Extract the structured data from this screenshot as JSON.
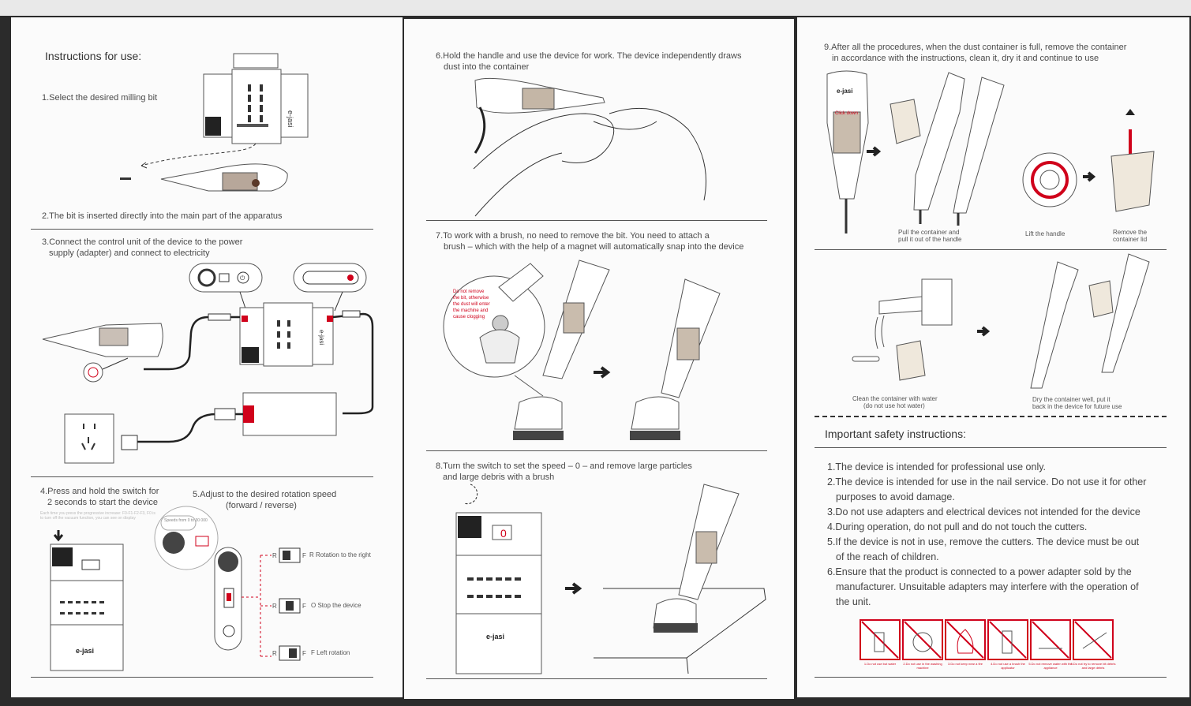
{
  "panel1": {
    "heading": "Instructions for use:",
    "step1": "1.Select the desired milling bit",
    "step2": "2.The bit is inserted directly into the main part of the apparatus",
    "step3_line1": "3.Connect the control unit of the device to the power",
    "step3_line2": "supply (adapter) and connect to electricity",
    "step4_line1": "4.Press and hold the switch for",
    "step4_line2": "2 seconds to start the device",
    "step4_note": "Each time you press the progressive increase: F0-F1-F2-F3, F0 is to turn off the vacuum function, you can see on display",
    "step5_line1": "5.Adjust to the desired rotation speed",
    "step5_line2": "(forward / reverse)",
    "speeds_label": "Speeds from 0 to 30 000",
    "switch_r": "R",
    "switch_f": "F",
    "rotation_right": "R Rotation to the right",
    "stop_device": "O Stop the device",
    "left_rotation": "F Left rotation",
    "brand": "e-jasi"
  },
  "panel2": {
    "step6_line1": "6.Hold the handle and use the device for work.  The device independently draws",
    "step6_line2": "dust into the container",
    "step7_line1": "7.To work with a brush, no need to remove the bit.  You need to attach a",
    "step7_line2": "brush – which with the help of a magnet will automatically snap into the device",
    "warning_lines": [
      "Do not remove",
      "the bit, otherwise",
      "the dust will enter",
      "the machine and",
      "cause clogging"
    ],
    "step8_line1": "8.Turn the switch to set the speed – 0 – and remove large particles",
    "step8_line2": "and large debris with a brush",
    "display_value": "0",
    "brand": "e-jasi"
  },
  "panel3": {
    "step9_line1": "9.After all the procedures, when the dust container is full, remove the container",
    "step9_line2": "in accordance with the instructions, clean it, dry it and continue to use",
    "click_down": "Click down",
    "cap_pull_1": "Pull the container and",
    "cap_pull_2": "pull it out of the handle",
    "cap_lift": "Lift the handle",
    "cap_remove_1": "Remove the",
    "cap_remove_2": "container lid",
    "cap_clean_1": "Clean the container with water",
    "cap_clean_2": "(do not use hot water)",
    "cap_dry_1": "Dry the container well, put it",
    "cap_dry_2": "back in the device for future use",
    "safety_heading": "Important safety instructions:",
    "safety": [
      {
        "a": "1.The device is intended for professional use only.",
        "b": ""
      },
      {
        "a": "2.The device is intended for use in the nail service.  Do not use it for other",
        "b": "purposes to avoid damage."
      },
      {
        "a": "3.Do not use adapters and electrical devices not intended for the device",
        "b": ""
      },
      {
        "a": "4.During operation, do not pull and do not touch the cutters.",
        "b": ""
      },
      {
        "a": "5.If the device is not in use, remove the cutters.  The device must be out",
        "b": "of the reach of children."
      },
      {
        "a": "6.Ensure that the product is connected to a power adapter sold by the",
        "b": "manufacturer.  Unsuitable adapters may interfere with the operation of"
      },
      {
        "a": "the unit.",
        "b": ""
      }
    ],
    "warnings": [
      "1.Do not use but water",
      "2.Do not use in the washing machine",
      "3.Do not keep near a fire",
      "4.Do not use a brush the applicator",
      "5.Do not remove water with the appliance",
      "6.Do not try to remove bit debris and large debris"
    ],
    "brand": "e-jasi"
  },
  "colors": {
    "accent_red": "#d0021b",
    "line": "#555555",
    "paper": "#fbfbfb"
  },
  "icons": [
    "arrow-right-icon",
    "power-icon",
    "outlet-icon",
    "faucet-icon",
    "no-sign-icon"
  ]
}
